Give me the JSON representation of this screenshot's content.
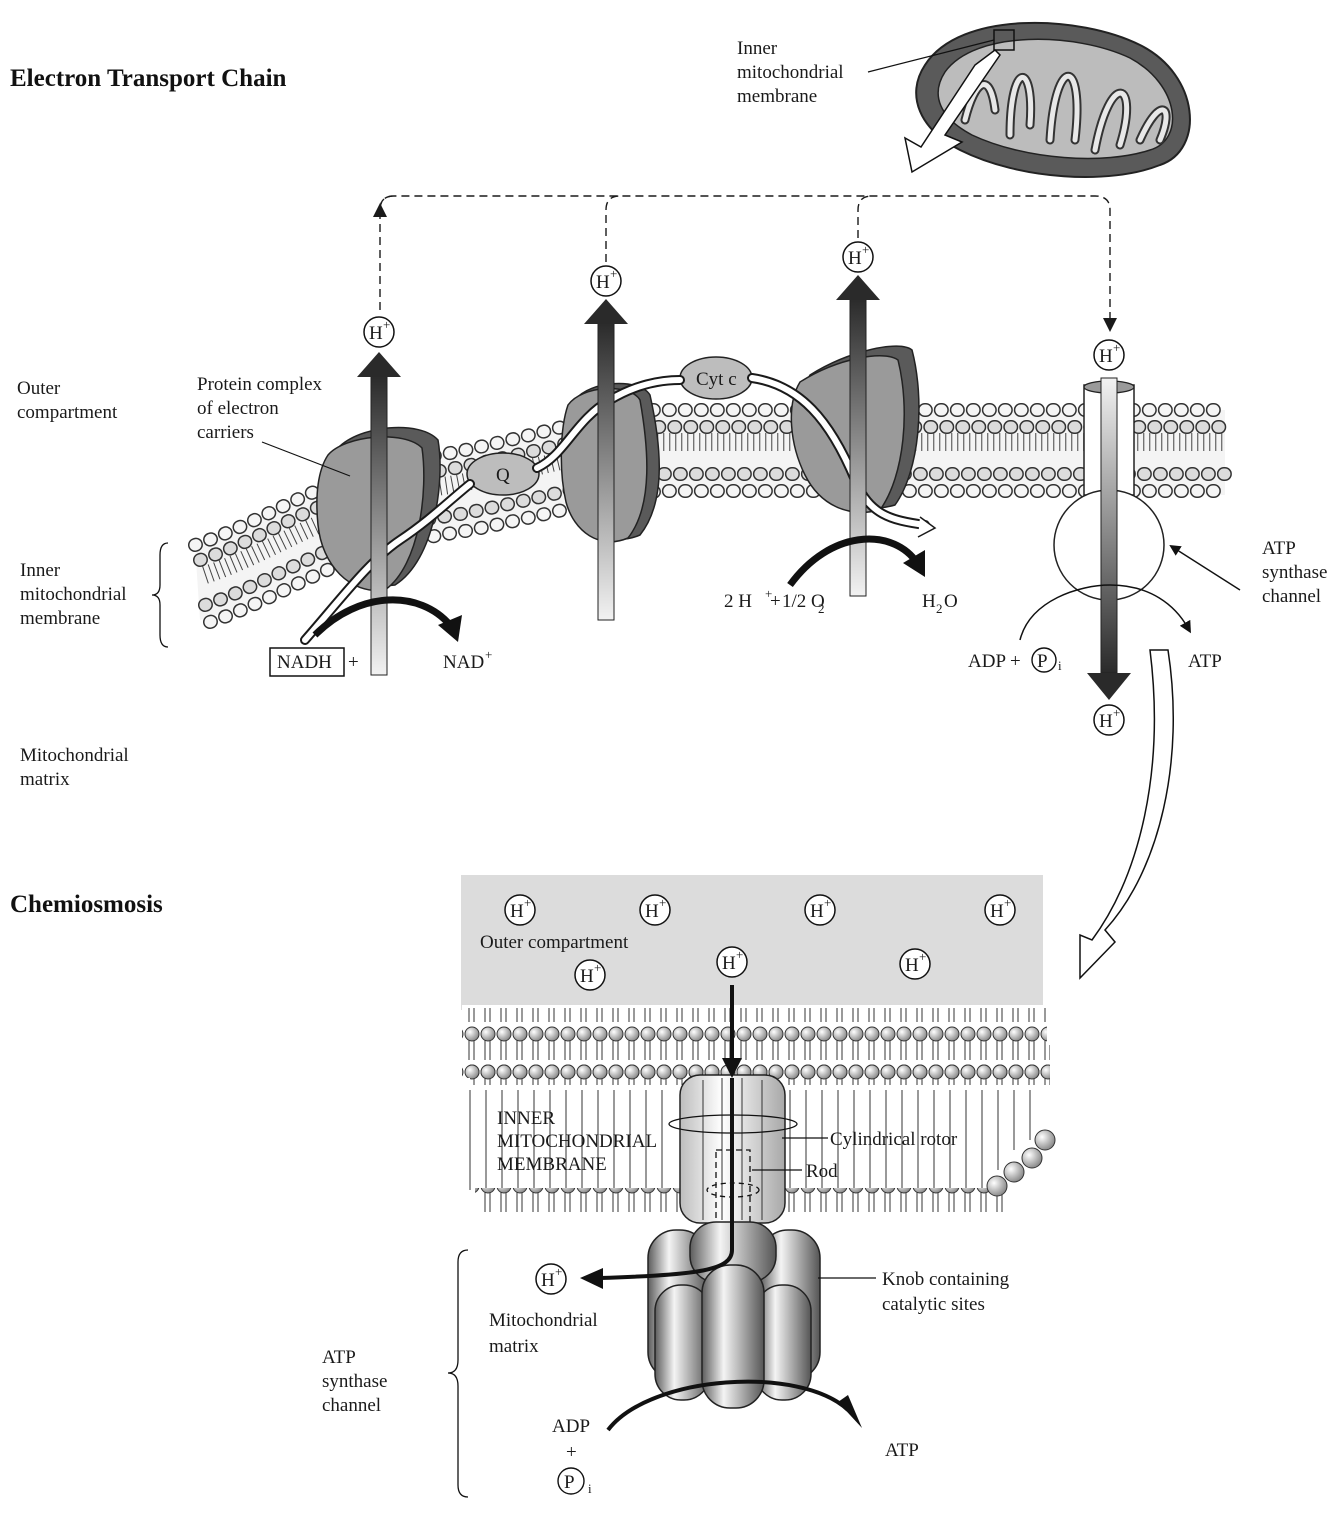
{
  "titles": {
    "etc": "Electron Transport Chain",
    "chemiosmosis": "Chemiosmosis"
  },
  "labels": {
    "mito_membrane": [
      "Inner",
      "mitochondrial",
      "membrane"
    ],
    "outer_compartment": [
      "Outer",
      "compartment"
    ],
    "protein_complex": [
      "Protein complex",
      "of electron",
      "carriers"
    ],
    "inner_membrane": [
      "Inner",
      "mitochondrial",
      "membrane"
    ],
    "matrix": [
      "Mitochondrial",
      "matrix"
    ],
    "atp_synthase": [
      "ATP",
      "synthase",
      "channel"
    ],
    "q": "Q",
    "cytc": "Cyt c",
    "nadh": "NADH",
    "plus": "+",
    "nad": "NAD",
    "nad_sup": "+",
    "oxygen_reactants": "2 H",
    "oxygen_half": "1/2 O",
    "oxygen_sub": "2",
    "water": "H",
    "water_sub": "2",
    "water_o": "O",
    "adp_plus": "ADP +",
    "p": "P",
    "i": "i",
    "atp": "ATP",
    "h": "H",
    "h_sup": "+"
  },
  "chemi": {
    "outer_compartment": "Outer compartment",
    "inner_membrane": [
      "INNER",
      "MITOCHONDRIAL",
      "MEMBRANE"
    ],
    "rotor": "Cylindrical rotor",
    "rod": "Rod",
    "knob": [
      "Knob containing",
      "catalytic sites"
    ],
    "matrix": [
      "Mitochondrial",
      "matrix"
    ],
    "atp_synthase": [
      "ATP",
      "synthase",
      "channel"
    ],
    "adp": "ADP",
    "plus": "+",
    "p": "P",
    "i": "i",
    "atp": "ATP"
  },
  "colors": {
    "protein": "#9a9a9a",
    "protein_dark": "#5a5a5a",
    "lipid_head": "#d8d8d8",
    "outer_box": "#dcdcdc",
    "ink": "#1a1a1a"
  }
}
